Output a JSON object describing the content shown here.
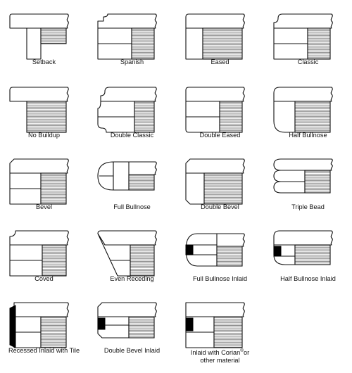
{
  "profiles": [
    {
      "label": "Setback",
      "shape": "setback"
    },
    {
      "label": "Spanish",
      "shape": "spanish"
    },
    {
      "label": "Eased",
      "shape": "eased"
    },
    {
      "label": "Classic",
      "shape": "classic"
    },
    {
      "label": "No Buildup",
      "shape": "nobuildup"
    },
    {
      "label": "Double Classic",
      "shape": "doubleclassic"
    },
    {
      "label": "Double Eased",
      "shape": "doubleeased"
    },
    {
      "label": "Half Bullnose",
      "shape": "halfbullnose"
    },
    {
      "label": "Bevel",
      "shape": "bevel"
    },
    {
      "label": "Full Bullnose",
      "shape": "fullbullnose"
    },
    {
      "label": "Double Bevel",
      "shape": "doublebevel"
    },
    {
      "label": "Triple Bead",
      "shape": "triplebead"
    },
    {
      "label": "Coved",
      "shape": "coved"
    },
    {
      "label": "Even Receding",
      "shape": "evenreceding"
    },
    {
      "label": "Full Bullnose Inlaid",
      "shape": "fullbullnoseinlaid"
    },
    {
      "label": "Half Bullnose Inlaid",
      "shape": "halfbullnoseinlaid"
    },
    {
      "label": "Recessed Inlaid with Tile",
      "shape": "recessedinlaid"
    },
    {
      "label": "Double Bevel Inlaid",
      "shape": "doublebevelinlaid"
    },
    {
      "label": "Inlaid with Corian",
      "label_sup": "®",
      "label_rest": "or",
      "label_line2": "other material",
      "shape": "corianinlaid"
    }
  ]
}
